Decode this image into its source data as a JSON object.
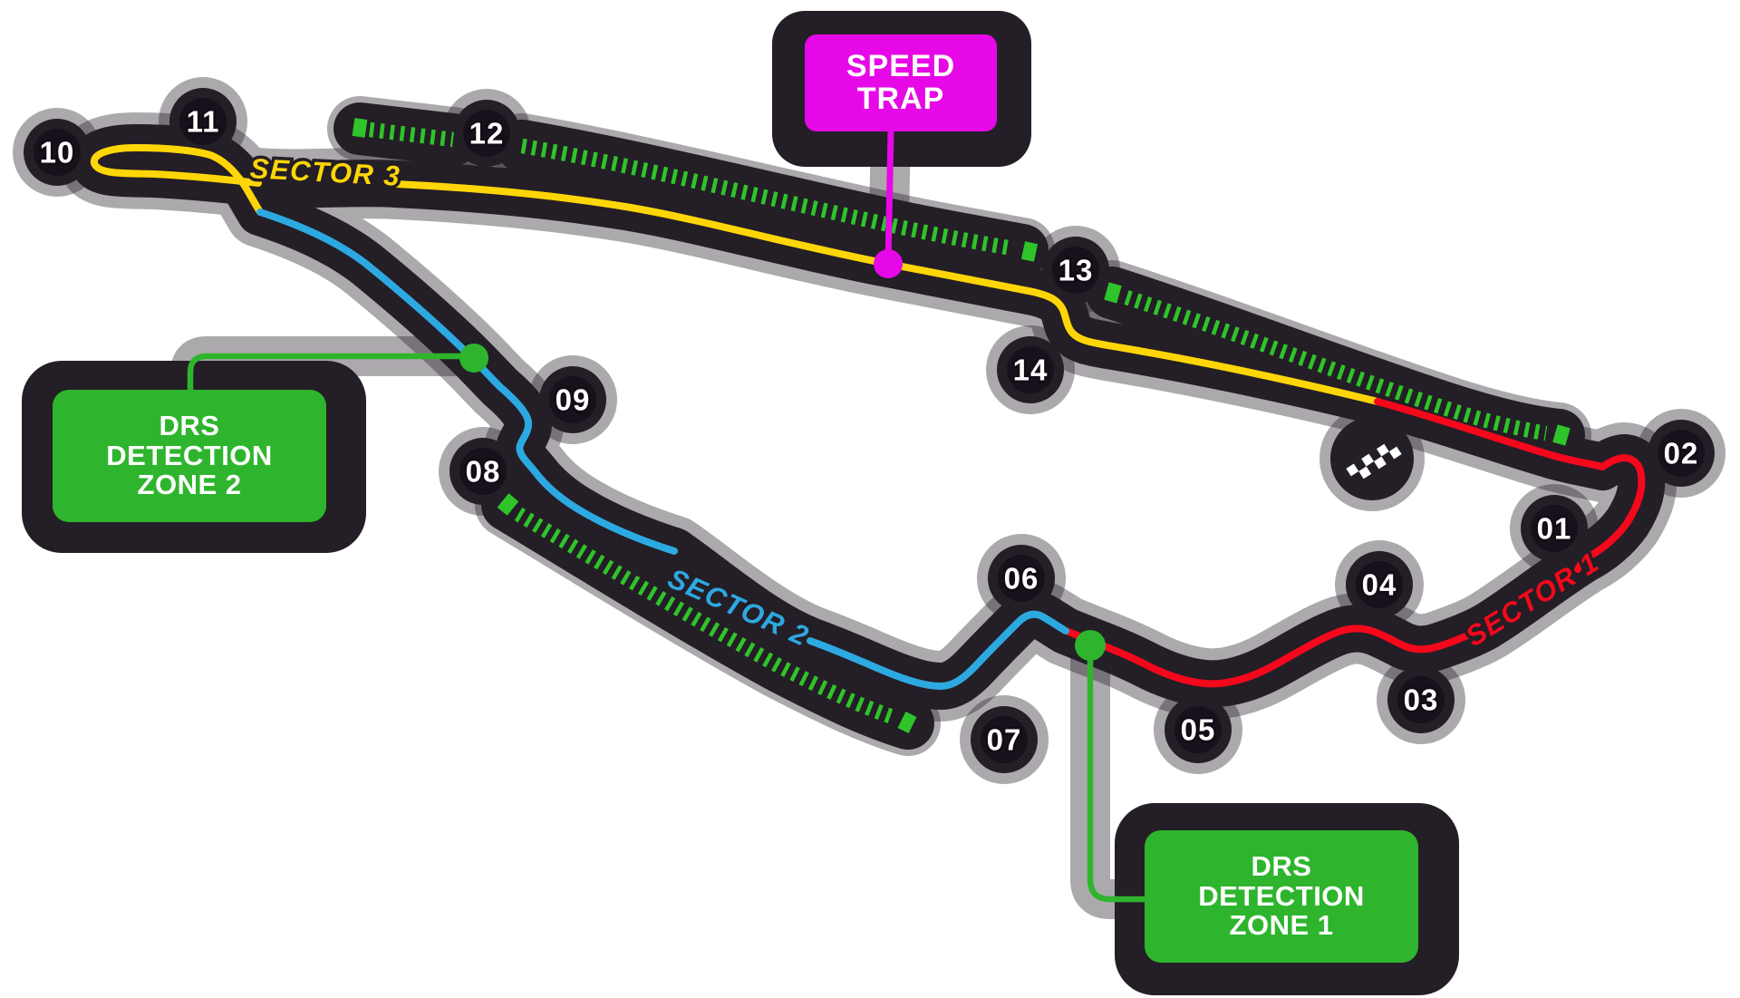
{
  "colors": {
    "track": "#241e26",
    "track_inner": "#18101b",
    "halo": "rgba(36,30,40,0.38)",
    "sector1": "#f5081c",
    "sector2": "#2da9e1",
    "sector3": "#fed607",
    "drs_green": "#2eb52d",
    "dash_green": "#2fc42a",
    "speed_trap": "#e608e6"
  },
  "sectors": [
    {
      "label": "SECTOR 1"
    },
    {
      "label": "SECTOR 2"
    },
    {
      "label": "SECTOR 3"
    }
  ],
  "turns": [
    {
      "label": "01"
    },
    {
      "label": "02"
    },
    {
      "label": "03"
    },
    {
      "label": "04"
    },
    {
      "label": "05"
    },
    {
      "label": "06"
    },
    {
      "label": "07"
    },
    {
      "label": "08"
    },
    {
      "label": "09"
    },
    {
      "label": "10"
    },
    {
      "label": "11"
    },
    {
      "label": "12"
    },
    {
      "label": "13"
    },
    {
      "label": "14"
    }
  ],
  "annotations": {
    "speed_trap": {
      "line1": "SPEED",
      "line2": "TRAP"
    },
    "drs_zone_1": {
      "line1": "DRS",
      "line2": "DETECTION",
      "line3": "ZONE 1"
    },
    "drs_zone_2": {
      "line1": "DRS",
      "line2": "DETECTION",
      "line3": "ZONE 2"
    }
  }
}
